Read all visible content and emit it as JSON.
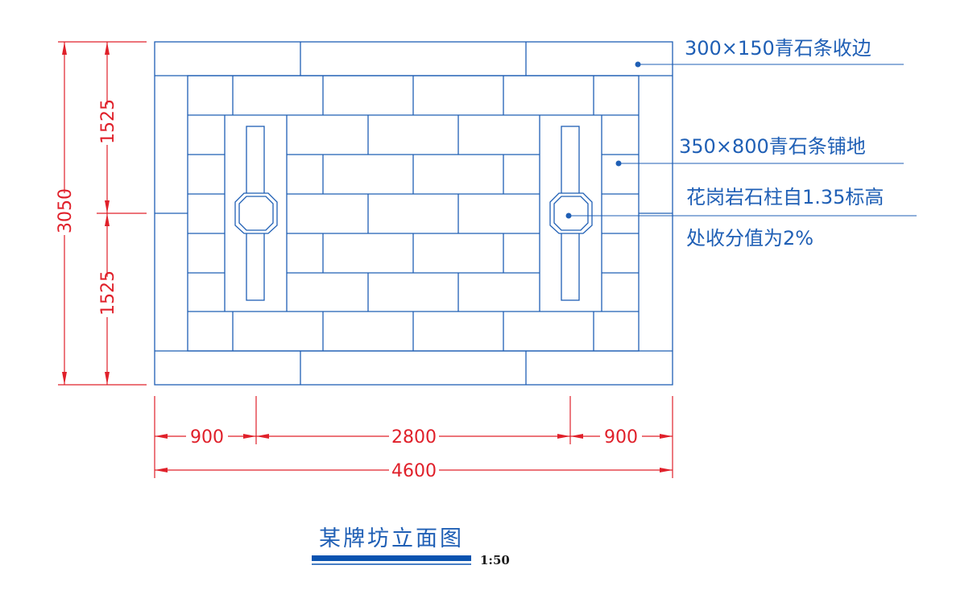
{
  "annotations": {
    "edge_strip": "300×150青石条收边",
    "paving": "350×800青石条铺地",
    "pillar_line1": "花岗岩石柱自1.35标高",
    "pillar_line2": "处收分值为2%"
  },
  "dimensions": {
    "overall_height": "3050",
    "upper_height": "1525",
    "lower_height": "1525",
    "left_width": "900",
    "middle_width": "2800",
    "right_width": "900",
    "overall_width": "4600"
  },
  "title": {
    "text": "某牌坊立面图",
    "scale": "1:50"
  },
  "colors": {
    "drawing": "#1f5fb5",
    "dimension": "#e0202a",
    "scale_bar": "#0a53b0"
  }
}
